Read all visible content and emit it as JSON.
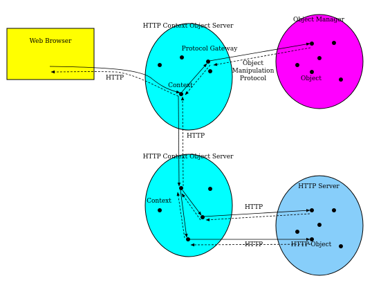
{
  "colors": {
    "browser": "#ffff00",
    "context_server": "#00ffff",
    "object_manager": "#ff00ff",
    "http_server": "#87cefa",
    "ink": "#000000"
  },
  "labels": {
    "web_browser": "Web Browser",
    "server_top": "HTTP Context Object Server",
    "protocol_gateway": "Protocol Gateway",
    "context_top": "Context",
    "object_manager": "Object Manager",
    "object": "Object",
    "omp_line1": "Object",
    "omp_line2": "Manipulation",
    "omp_line3": "Protocol",
    "http_browser": "HTTP",
    "http_vertical": "HTTP",
    "server_bottom": "HTTP Context Object Server",
    "context_bottom": "Context",
    "http_server": "HTTP Server",
    "http_upper": "HTTP",
    "http_lower": "HTTP",
    "http_object": "HTTP-Object"
  }
}
